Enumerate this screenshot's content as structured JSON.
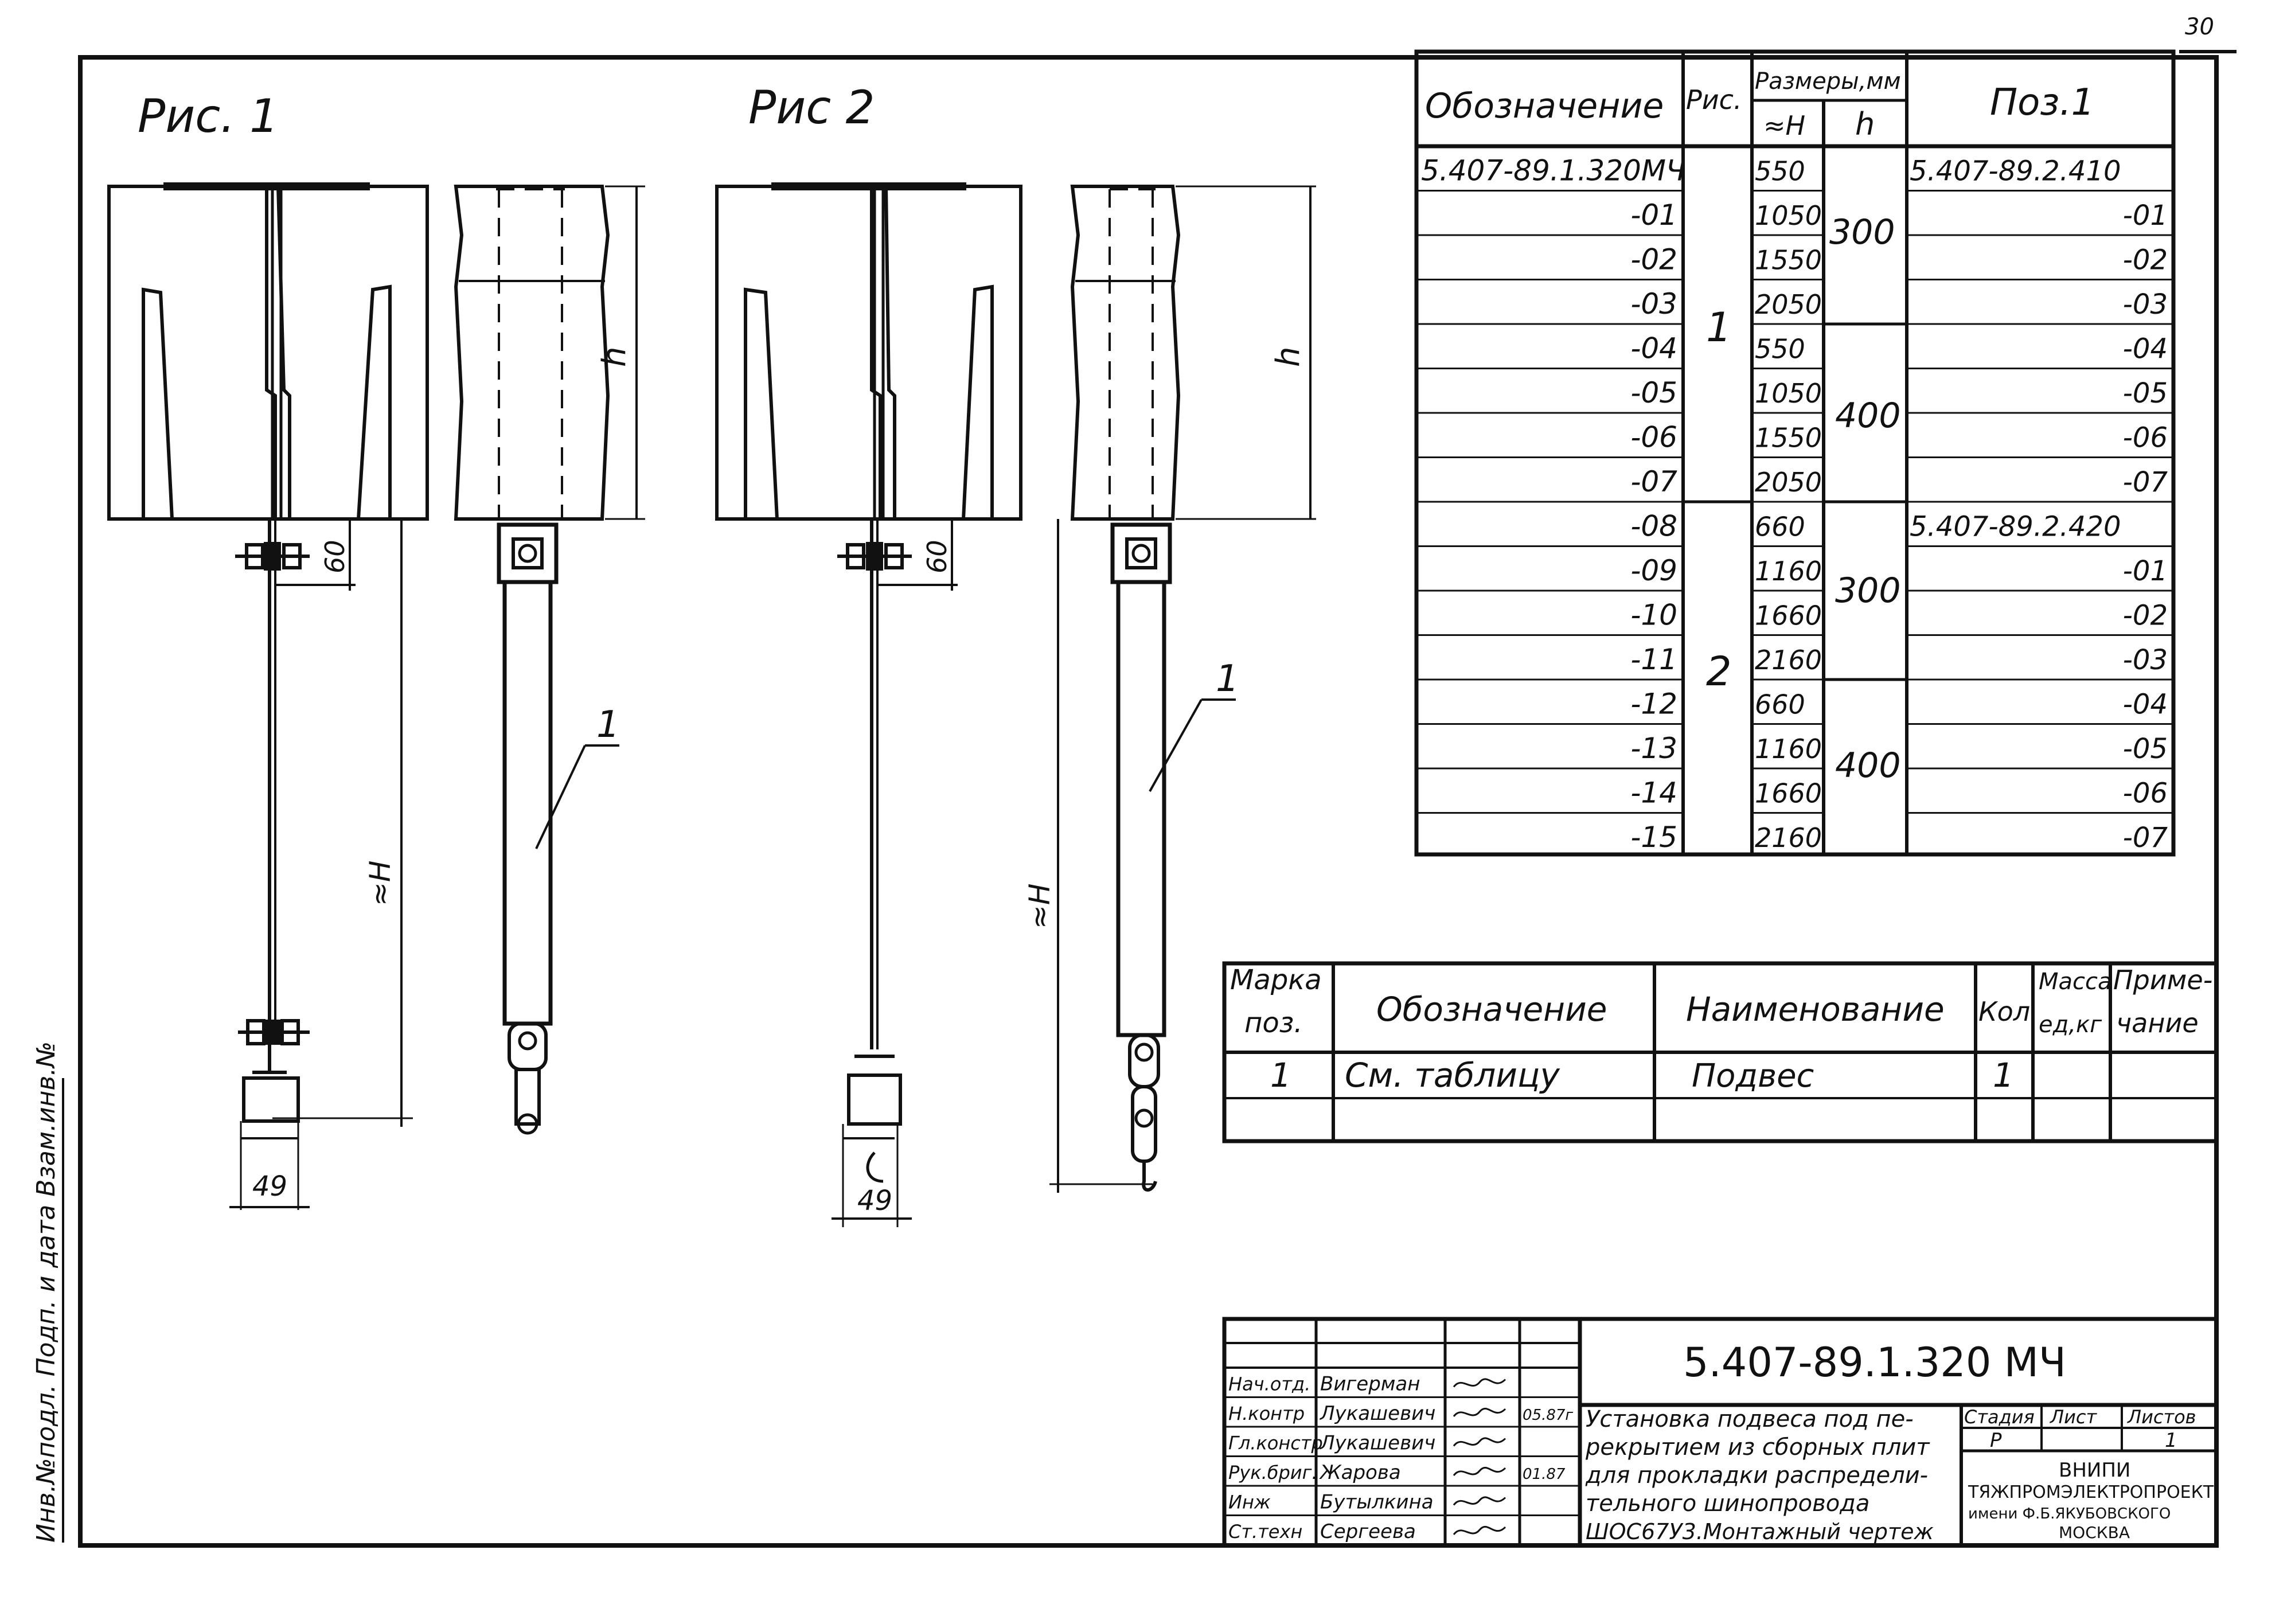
{
  "figures": {
    "fig1_label": "Рис. 1",
    "fig2_label": "Рис 2",
    "dim_h": "h",
    "dim_H": "≈H",
    "dim_60": "60",
    "dim_49": "49",
    "pos_1": "1"
  },
  "dimension_table": {
    "headers": {
      "designation": "Обозначение",
      "fig": "Рис.",
      "sizes": "Размеры,мм",
      "H": "≈H",
      "h": "h",
      "pos": "Поз.1"
    },
    "rows": [
      {
        "designation": "5.407-89.1.320МЧ",
        "H": "550",
        "pos": "5.407-89.2.410"
      },
      {
        "designation": "-01",
        "H": "1050",
        "pos": "-01"
      },
      {
        "designation": "-02",
        "H": "1550",
        "pos": "-02"
      },
      {
        "designation": "-03",
        "H": "2050",
        "pos": "-03"
      },
      {
        "designation": "-04",
        "H": "550",
        "pos": "-04"
      },
      {
        "designation": "-05",
        "H": "1050",
        "pos": "-05"
      },
      {
        "designation": "-06",
        "H": "1550",
        "pos": "-06"
      },
      {
        "designation": "-07",
        "H": "2050",
        "pos": "-07"
      },
      {
        "designation": "-08",
        "H": "660",
        "pos": "5.407-89.2.420"
      },
      {
        "designation": "-09",
        "H": "1160",
        "pos": "-01"
      },
      {
        "designation": "-10",
        "H": "1660",
        "pos": "-02"
      },
      {
        "designation": "-11",
        "H": "2160",
        "pos": "-03"
      },
      {
        "designation": "-12",
        "H": "660",
        "pos": "-04"
      },
      {
        "designation": "-13",
        "H": "1160",
        "pos": "-05"
      },
      {
        "designation": "-14",
        "H": "1660",
        "pos": "-06"
      },
      {
        "designation": "-15",
        "H": "2160",
        "pos": "-07"
      }
    ],
    "fig_groups": [
      "1",
      "2"
    ],
    "h_groups": [
      "300",
      "400",
      "300",
      "400"
    ]
  },
  "spec_table": {
    "headers": {
      "mark": "Марка поз.",
      "mark_l1": "Марка",
      "mark_l2": "поз.",
      "designation": "Обозначение",
      "name": "Наименование",
      "qty": "Кол",
      "mass_l1": "Масса",
      "mass_l2": "ед,кг",
      "note_l1": "Приме-",
      "note_l2": "чание"
    },
    "row": {
      "mark": "1",
      "designation": "См. таблицу",
      "name": "Подвес",
      "qty": "1"
    }
  },
  "title_block": {
    "code": "5.407-89.1.320 МЧ",
    "title_lines": [
      "Установка подвеса под пе-",
      "рекрытием из сборных плит",
      "для прокладки распредели-",
      "тельного шинопровода",
      "ШОС67У3.Монтажный чертеж"
    ],
    "roles": [
      {
        "role": "Нач.отд.",
        "name": "Вигерман",
        "date": ""
      },
      {
        "role": "Н.контр",
        "name": "Лукашевич",
        "date": "05.87г"
      },
      {
        "role": "Гл.констр",
        "name": "Лукашевич",
        "date": ""
      },
      {
        "role": "Рук.бриг.",
        "name": "Жарова",
        "date": "01.87"
      },
      {
        "role": "Инж",
        "name": "Бутылкина",
        "date": ""
      },
      {
        "role": "Ст.техн",
        "name": "Сергеева",
        "date": ""
      }
    ],
    "stage_label": "Стадия",
    "sheet_label": "Лист",
    "sheets_label": "Листов",
    "stage": "Р",
    "sheet": "",
    "sheets": "1",
    "org_lines": [
      "ВНИПИ",
      "ТЯЖПРОМЭЛЕКТРОПРОЕКТ",
      "имени Ф.Б.ЯКУБОВСКОГО",
      "МОСКВА"
    ]
  },
  "side_stamp": "Инв.№подл.   Подп. и дата   Взам.инв.№",
  "corner_mark": "30"
}
